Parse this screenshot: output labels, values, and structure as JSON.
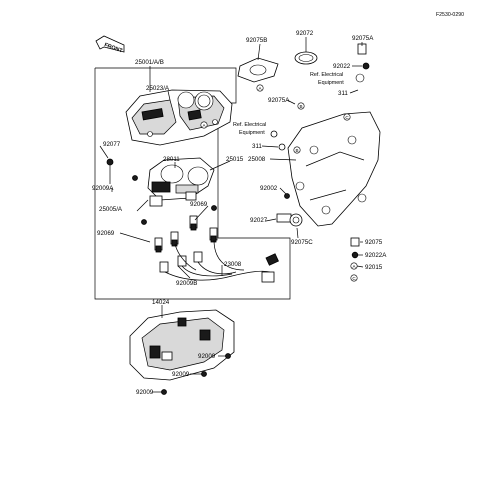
{
  "diagram": {
    "code": "F2530-0290",
    "front_label": "FRONT",
    "part_labels": {
      "p25001": "25001/A/B",
      "p25023": "25023/A",
      "p92077": "92077",
      "p92009A": "92009A",
      "p28011": "28011",
      "p25015": "25015",
      "p25005": "25005/A",
      "p92069a": "92069",
      "p92069b": "92069",
      "p92009B": "92009B",
      "p23008": "23008",
      "p14024": "14024",
      "p92009a": "92009",
      "p92009b": "92009",
      "p92009c": "92009",
      "p92075B": "92075B",
      "p92072": "92072",
      "p92075A_top": "92075A",
      "p92022": "92022",
      "p311_top": "311",
      "p92075A_mid": "92075A",
      "p311_mid": "311",
      "p25008": "25008",
      "p92002": "92002",
      "p92027": "92027",
      "p92075C": "92075C",
      "p92075": "92075",
      "p92022A": "92022A",
      "p92015": "92015"
    },
    "ref_top": [
      "Ref. Electrical",
      "Equipment"
    ],
    "ref_mid": [
      "Ref. Electrical",
      "Equipment"
    ],
    "circle_markers": {
      "A": "A",
      "B": "B",
      "C": "C"
    }
  }
}
